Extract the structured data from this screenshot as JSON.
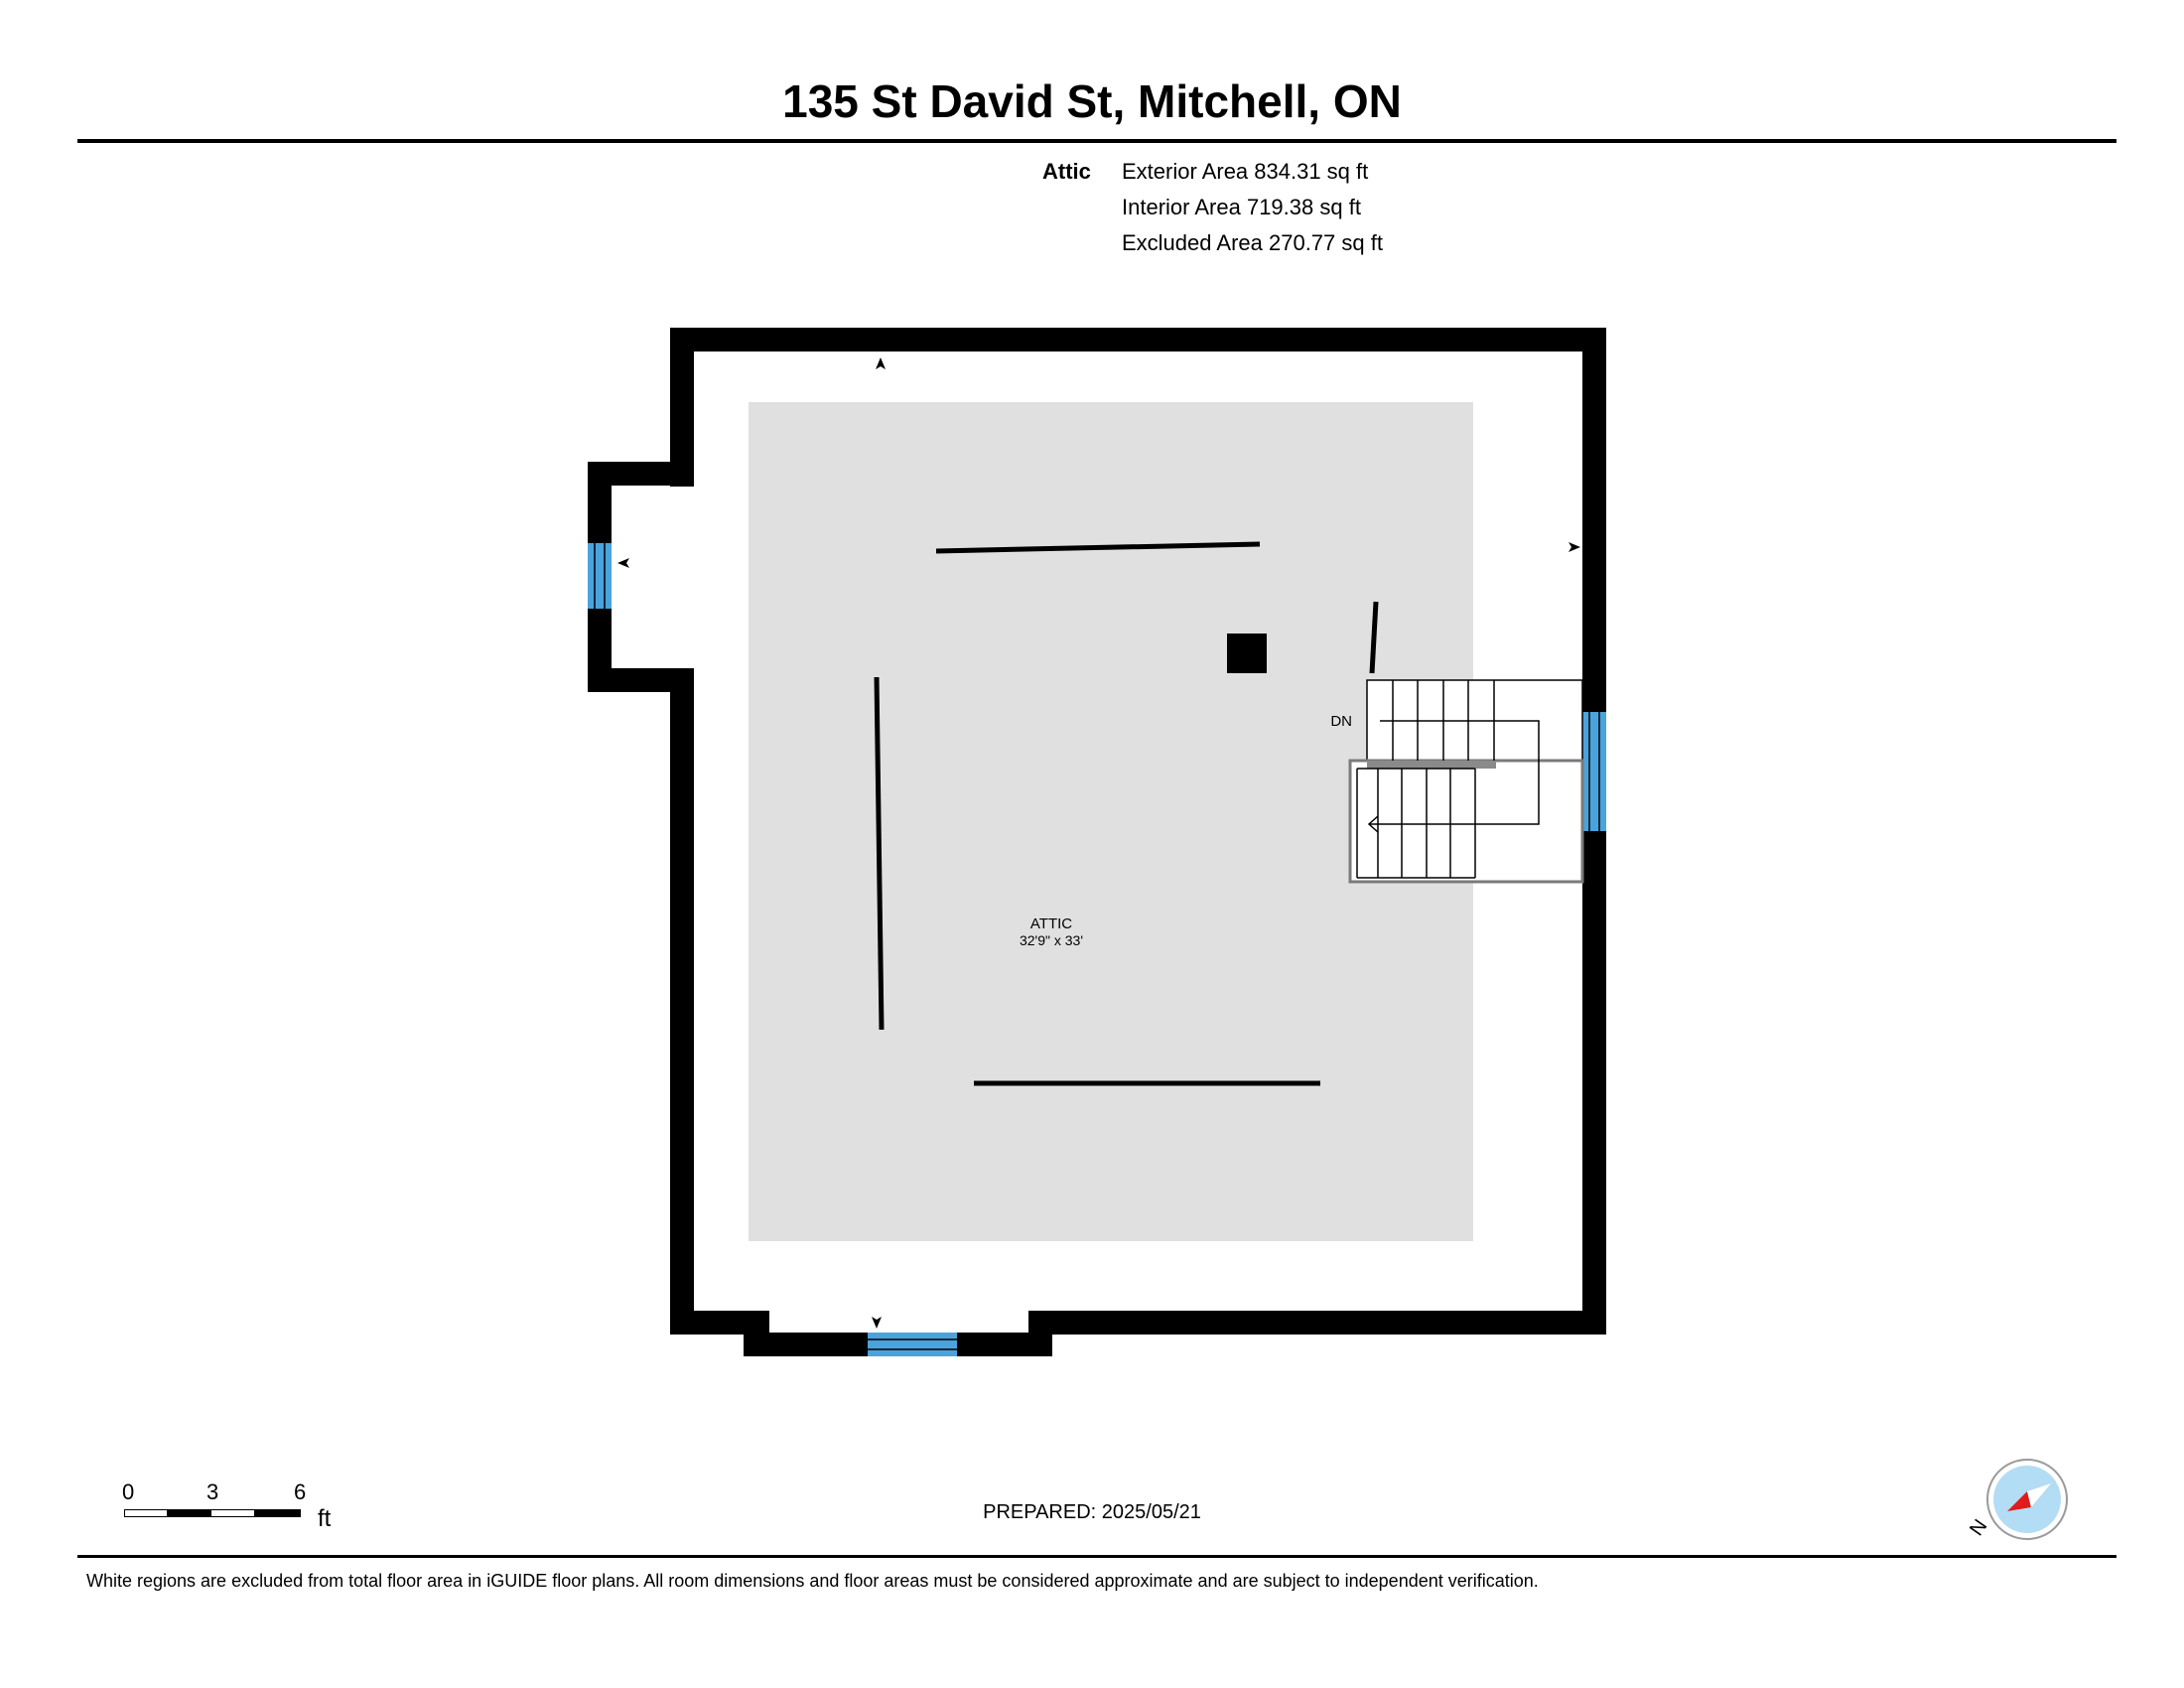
{
  "header": {
    "title": "135 St David St, Mitchell, ON"
  },
  "areas": {
    "floor_label": "Attic",
    "exterior": "Exterior Area 834.31 sq ft",
    "interior": "Interior Area 719.38 sq ft",
    "excluded": "Excluded Area 270.77 sq ft"
  },
  "plan": {
    "room_name": "ATTIC",
    "room_dims": "32'9\" x 33'",
    "stair_label": "DN",
    "colors": {
      "wall": "#000000",
      "interior_fill": "#e0e0e0",
      "window": "#4aa3dc",
      "stair_line": "#000000",
      "compass_bg": "#b3dcf5",
      "compass_needle": "#e01b1b"
    }
  },
  "scale": {
    "ticks": [
      "0",
      "3",
      "6"
    ],
    "unit": "ft"
  },
  "prepared": "PREPARED: 2025/05/21",
  "compass": {
    "letter": "N"
  },
  "footer": {
    "disclaimer": "White regions are excluded from total floor area in iGUIDE floor plans. All room dimensions and floor areas must be considered approximate and are subject to independent verification."
  }
}
